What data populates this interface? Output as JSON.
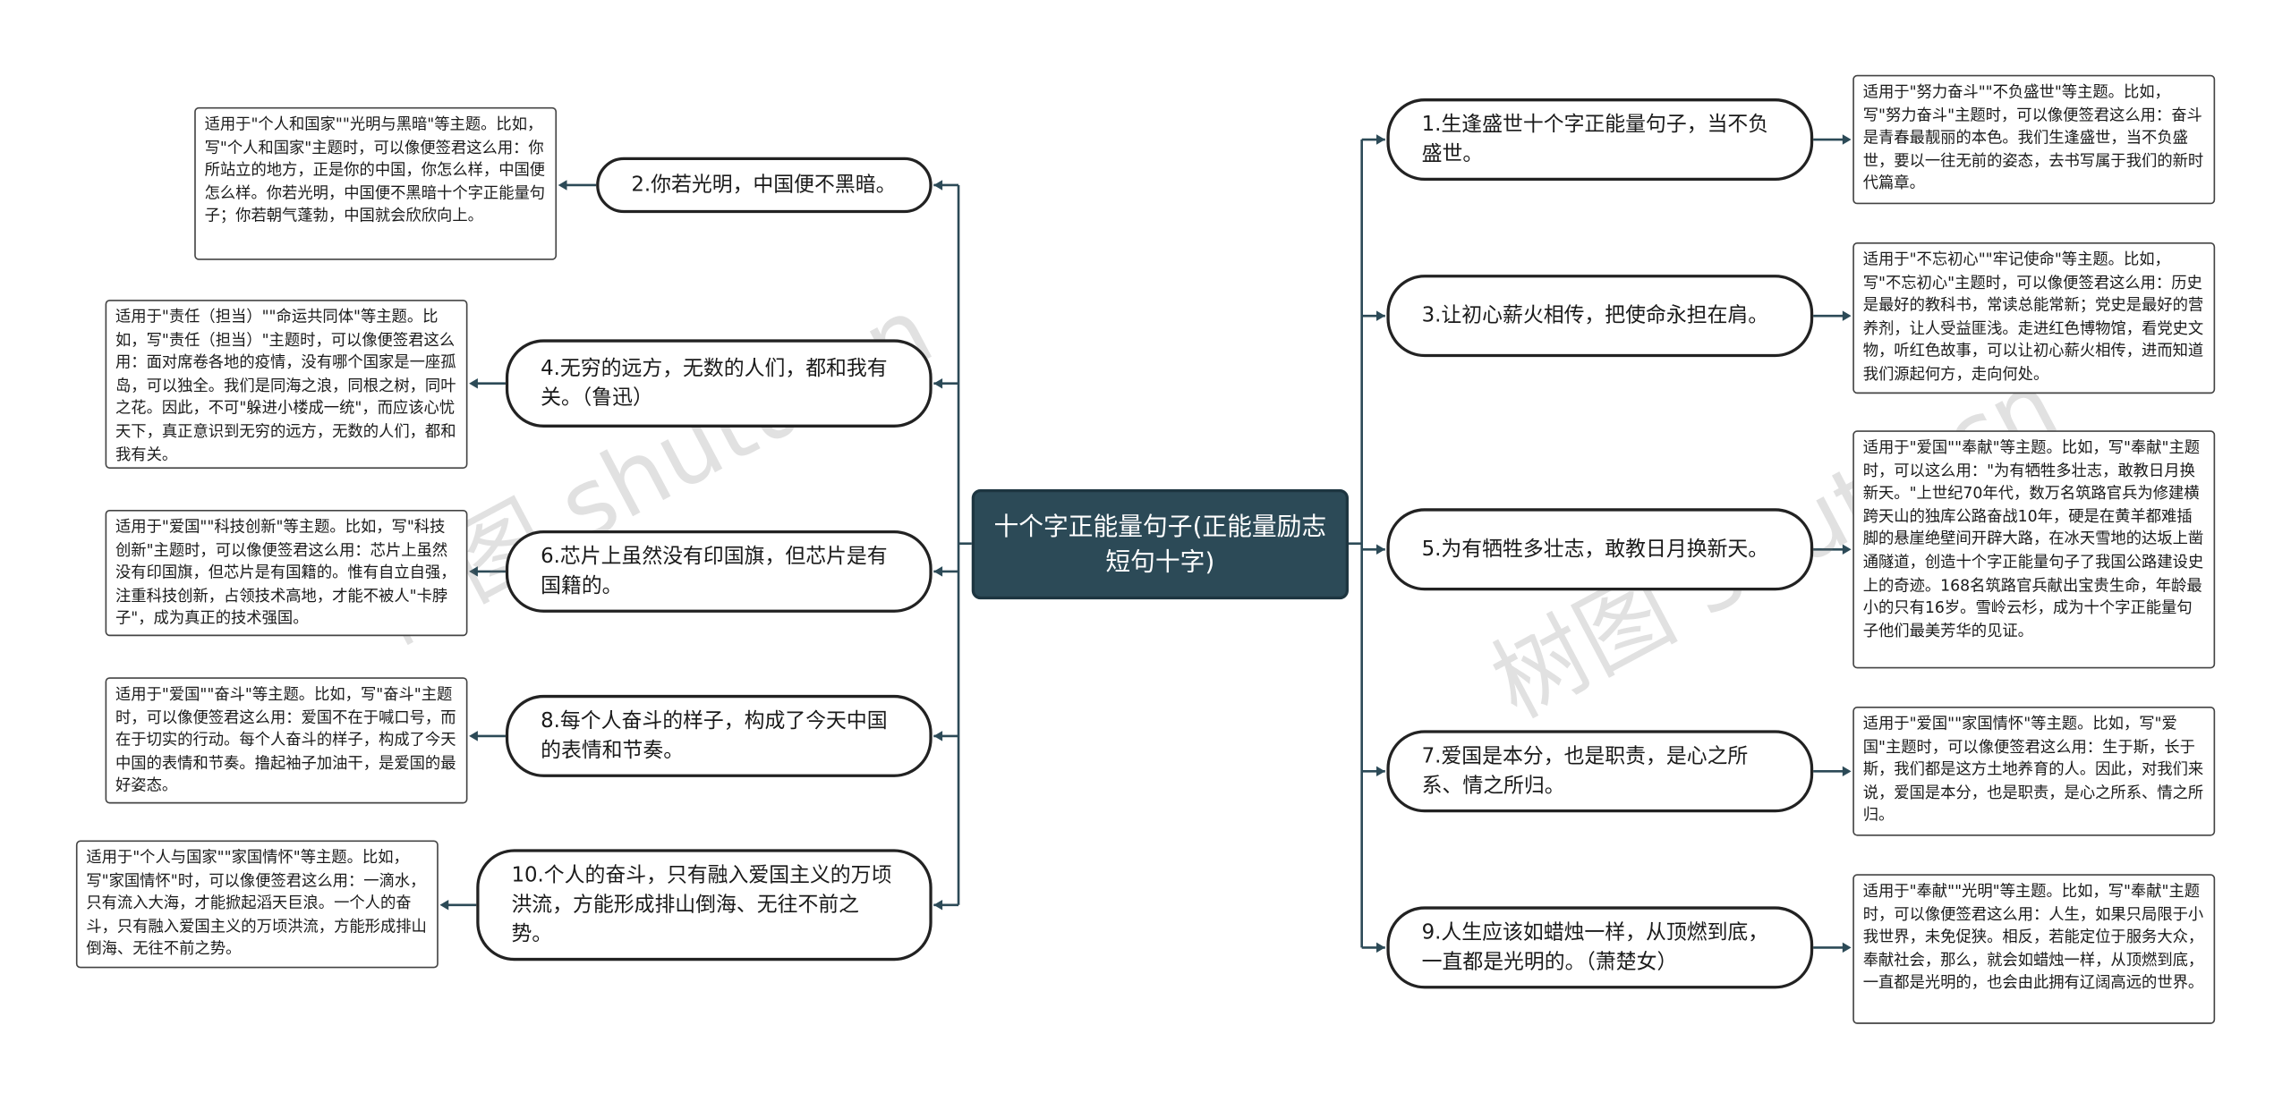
{
  "root": {
    "label": "十个字正能量句子(正能量励志短句十字)"
  },
  "left": [
    {
      "topic": "2.你若光明，中国便不黑暗。",
      "note": "适用于\"个人和国家\"\"光明与黑暗\"等主题。比如，写\"个人和国家\"主题时，可以像便签君这么用：你所站立的地方，正是你的中国，你怎么样，中国便怎么样。你若光明，中国便不黑暗十个字正能量句子；你若朝气蓬勃，中国就会欣欣向上。"
    },
    {
      "topic": "4.无穷的远方，无数的人们，都和我有关。（鲁迅）",
      "note": "适用于\"责任（担当）\"\"命运共同体\"等主题。比如，写\"责任（担当）\"主题时，可以像便签君这么用：面对席卷各地的疫情，没有哪个国家是一座孤岛，可以独全。我们是同海之浪，同根之树，同叶之花。因此，不可\"躲进小楼成一统\"，而应该心忧天下，真正意识到无穷的远方，无数的人们，都和我有关。"
    },
    {
      "topic": "6.芯片上虽然没有印国旗，但芯片是有国籍的。",
      "note": "适用于\"爱国\"\"科技创新\"等主题。比如，写\"科技创新\"主题时，可以像便签君这么用：芯片上虽然没有印国旗，但芯片是有国籍的。惟有自立自强，注重科技创新，占领技术高地，才能不被人\"卡脖子\"，成为真正的技术强国。"
    },
    {
      "topic": "8.每个人奋斗的样子，构成了今天中国的表情和节奏。",
      "note": "适用于\"爱国\"\"奋斗\"等主题。比如，写\"奋斗\"主题时，可以像便签君这么用：爱国不在于喊口号，而在于切实的行动。每个人奋斗的样子，构成了今天中国的表情和节奏。撸起袖子加油干，是爱国的最好姿态。"
    },
    {
      "topic": "10.个人的奋斗，只有融入爱国主义的万顷洪流，方能形成排山倒海、无往不前之势。",
      "note": "适用于\"个人与国家\"\"家国情怀\"等主题。比如，写\"家国情怀\"时，可以像便签君这么用：一滴水，只有流入大海，才能掀起滔天巨浪。一个人的奋斗，只有融入爱国主义的万顷洪流，方能形成排山倒海、无往不前之势。"
    }
  ],
  "right": [
    {
      "topic": "1.生逢盛世十个字正能量句子，当不负盛世。",
      "note": "适用于\"努力奋斗\"\"不负盛世\"等主题。比如，写\"努力奋斗\"主题时，可以像便签君这么用：奋斗是青春最靓丽的本色。我们生逢盛世，当不负盛世，要以一往无前的姿态，去书写属于我们的新时代篇章。"
    },
    {
      "topic": "3.让初心薪火相传，把使命永担在肩。",
      "note": "适用于\"不忘初心\"\"牢记使命\"等主题。比如，写\"不忘初心\"主题时，可以像便签君这么用：历史是最好的教科书，常读总能常新；党史是最好的营养剂，让人受益匪浅。走进红色博物馆，看党史文物，听红色故事，可以让初心薪火相传，进而知道我们源起何方，走向何处。"
    },
    {
      "topic": "5.为有牺牲多壮志，敢教日月换新天。",
      "note": "适用于\"爱国\"\"奉献\"等主题。比如，写\"奉献\"主题时，可以这么用：\"为有牺牲多壮志，敢教日月换新天。\"上世纪70年代，数万名筑路官兵为修建横跨天山的独库公路奋战10年，硬是在黄羊都难插脚的悬崖绝壁间开辟大路，在冰天雪地的达坂上凿通隧道，创造十个字正能量句子了我国公路建设史上的奇迹。168名筑路官兵献出宝贵生命，年龄最小的只有16岁。雪岭云杉，成为十个字正能量句子他们最美芳华的见证。"
    },
    {
      "topic": "7.爱国是本分，也是职责，是心之所系、情之所归。",
      "note": "适用于\"爱国\"\"家国情怀\"等主题。比如，写\"爱国\"主题时，可以像便签君这么用：生于斯，长于斯，我们都是这方土地养育的人。因此，对我们来说，爱国是本分，也是职责，是心之所系、情之所归。"
    },
    {
      "topic": "9.人生应该如蜡烛一样，从顶燃到底，一直都是光明的。（萧楚女）",
      "note": "适用于\"奉献\"\"光明\"等主题。比如，写\"奉献\"主题时，可以像便签君这么用：人生，如果只局限于小我世界，未免促狭。相反，若能定位于服务大众，奉献社会，那么，就会如蜡烛一样，从顶燃到底，一直都是光明的，也会由此拥有辽阔高远的世界。"
    }
  ],
  "watermark": [
    "树图 shutu.cn",
    "树图 shutu.cn"
  ],
  "colors": {
    "root_bg": "#2c4a57",
    "line": "#2c4a57",
    "border": "#222222"
  }
}
